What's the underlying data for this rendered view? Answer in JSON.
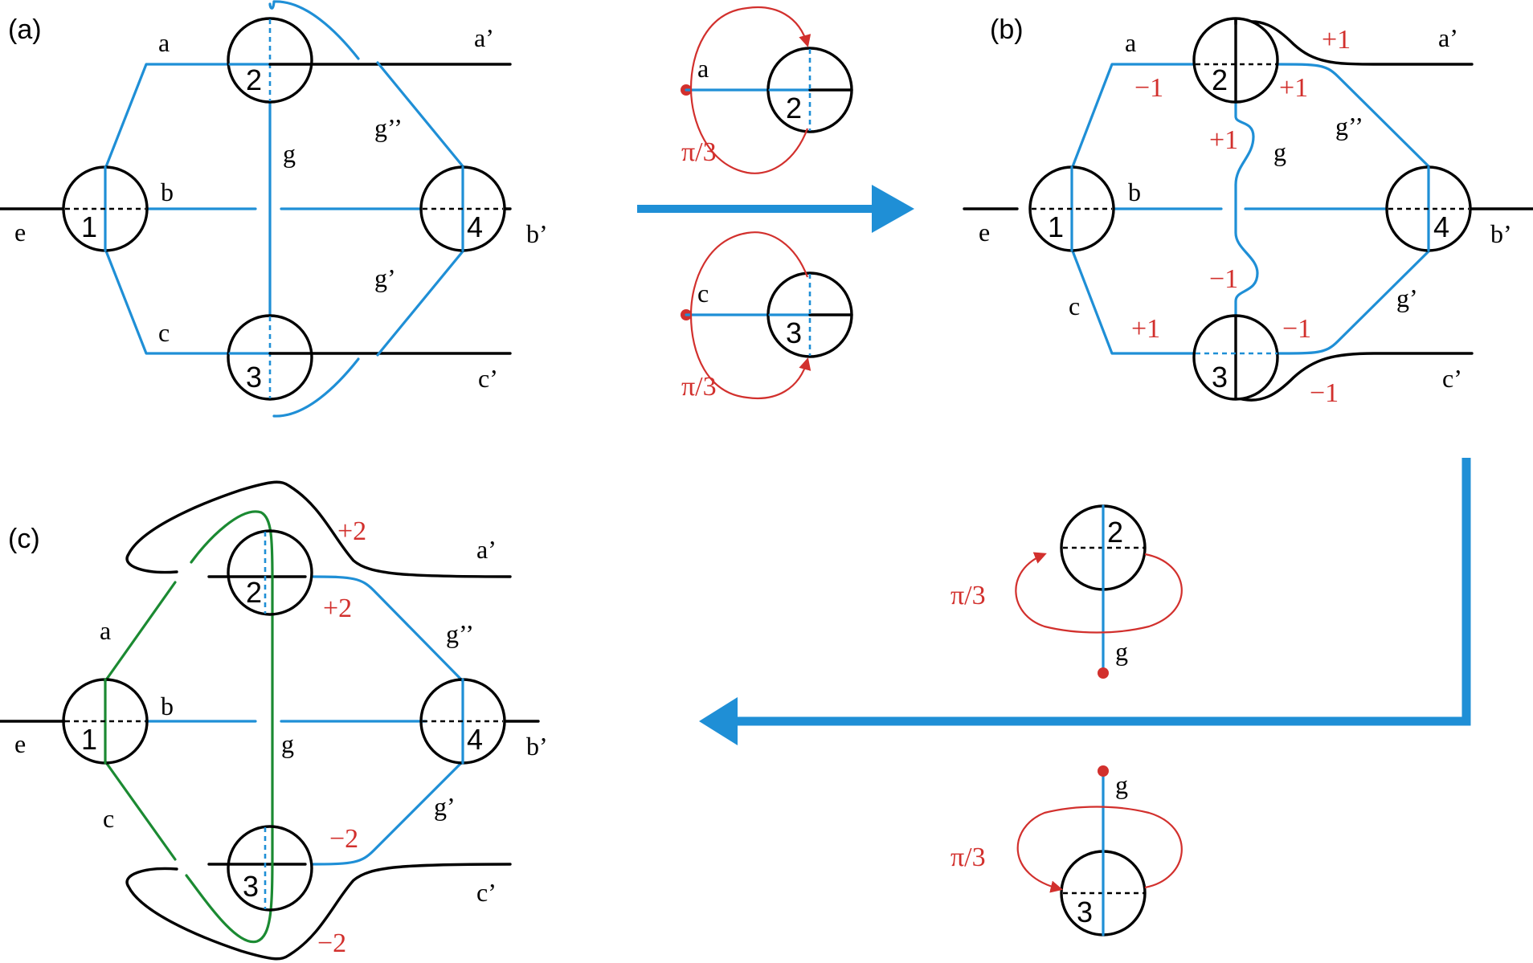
{
  "panels": {
    "a": "(a)",
    "b": "(b)",
    "c": "(c)"
  },
  "nodes": {
    "n1": "1",
    "n2": "2",
    "n3": "3",
    "n4": "4"
  },
  "edges": {
    "a": "a",
    "b": "b",
    "c": "c",
    "e": "e",
    "g": "g",
    "a_prime": "a’",
    "b_prime": "b’",
    "c_prime": "c’",
    "g_prime": "g’",
    "g_dprime": "g’’"
  },
  "rotation_label": "π/3",
  "twists": {
    "m1": "−1",
    "p1": "+1",
    "p2": "+2",
    "m2": "−2"
  },
  "colors": {
    "blue": "#1f8fd6",
    "black": "#000000",
    "green": "#1b8a32",
    "red": "#d2302d",
    "arrow": "#1f8fd6"
  },
  "icons": [
    "right-arrow-icon",
    "corner-arrow-icon",
    "rotation-arrow-icon"
  ]
}
